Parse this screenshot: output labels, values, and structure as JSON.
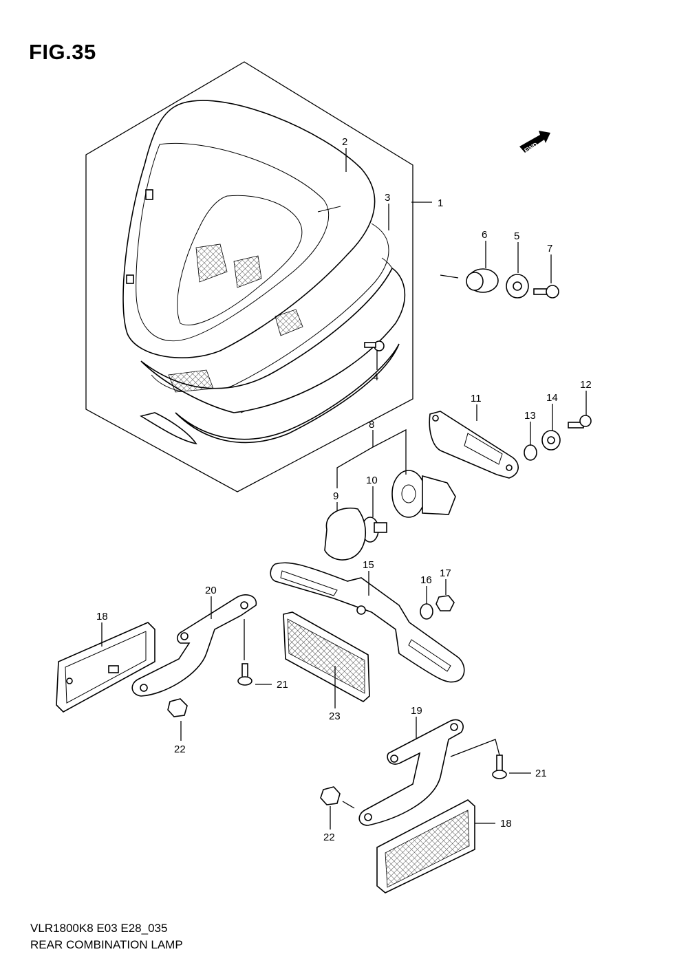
{
  "figure": {
    "title": "FIG.35",
    "fwd_badge": "FWD",
    "model_code": "VLR1800K8 E03 E28_035",
    "caption": "REAR COMBINATION LAMP"
  },
  "callouts": {
    "c1": "1",
    "c2": "2",
    "c3": "3",
    "c4": "4",
    "c5": "5",
    "c6": "6",
    "c7": "7",
    "c8": "8",
    "c9": "9",
    "c10": "10",
    "c11": "11",
    "c12": "12",
    "c13": "13",
    "c14": "14",
    "c15": "15",
    "c16": "16",
    "c17": "17",
    "c18a": "18",
    "c18b": "18",
    "c19": "19",
    "c20": "20",
    "c21a": "21",
    "c21b": "21",
    "c22a": "22",
    "c22b": "22",
    "c23": "23"
  }
}
